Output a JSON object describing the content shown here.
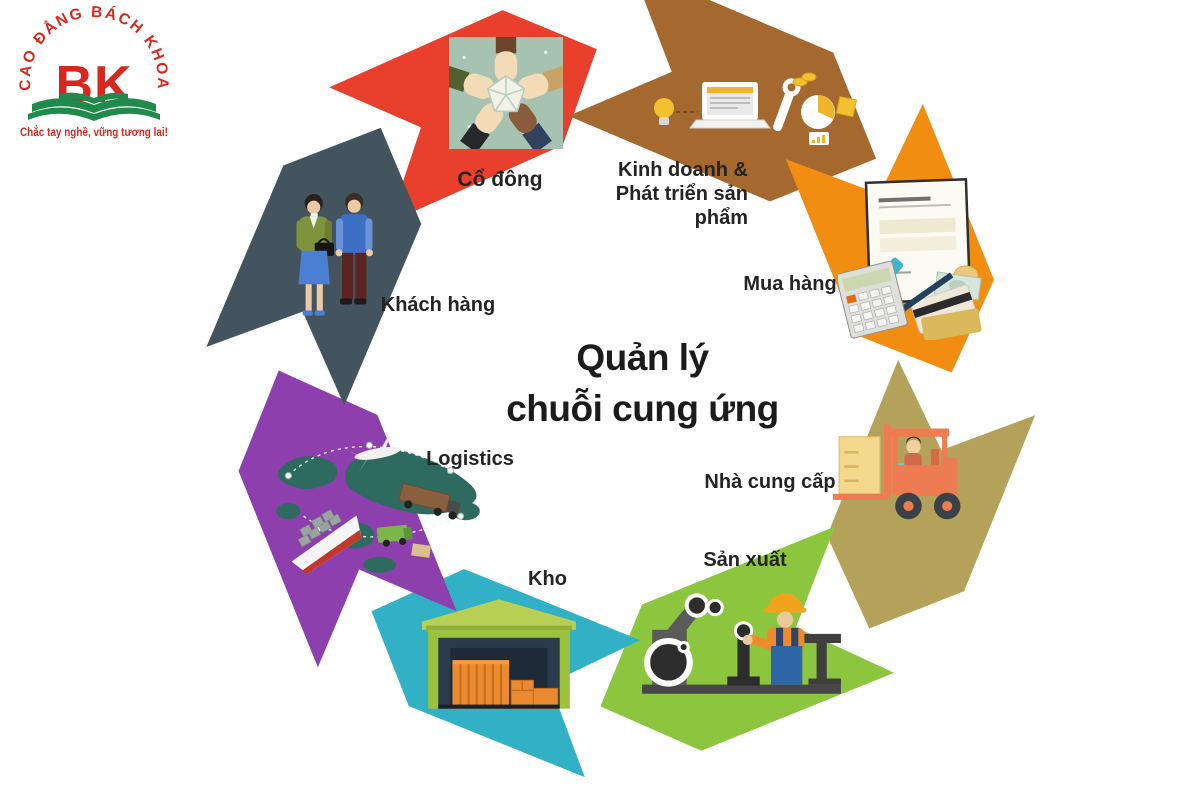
{
  "logo": {
    "arc_text": "CAO ĐẲNG BÁCH KHOA",
    "monogram": "BK",
    "tagline": "Chắc tay nghề, vững tương lai!",
    "red": "#d7281f",
    "green": "#1f8a4c"
  },
  "title": {
    "text": "Quản lý\nchuỗi cung ứng"
  },
  "diagram": {
    "segments": [
      {
        "id": "shareholders",
        "label": "Cổ đông",
        "color": "#e8402c",
        "icon": "hands-together-icon"
      },
      {
        "id": "business-development",
        "label": "Kinh doanh &\nPhát triển sản\nphẩm",
        "color": "#a5682e",
        "icon": "business-tools-icon"
      },
      {
        "id": "purchasing",
        "label": "Mua hàng",
        "color": "#f18d10",
        "icon": "purchase-documents-icon"
      },
      {
        "id": "suppliers",
        "label": "Nhà cung cấp",
        "color": "#b5a25a",
        "icon": "forklift-icon"
      },
      {
        "id": "production",
        "label": "Sản xuất",
        "color": "#8cc63e",
        "icon": "factory-worker-icon"
      },
      {
        "id": "warehouse",
        "label": "Kho",
        "color": "#31b0c6",
        "icon": "warehouse-icon"
      },
      {
        "id": "logistics",
        "label": "Logistics",
        "color": "#8e3fae",
        "icon": "world-transport-icon"
      },
      {
        "id": "customers",
        "label": "Khách hàng",
        "color": "#43545f",
        "icon": "customers-icon"
      }
    ]
  }
}
